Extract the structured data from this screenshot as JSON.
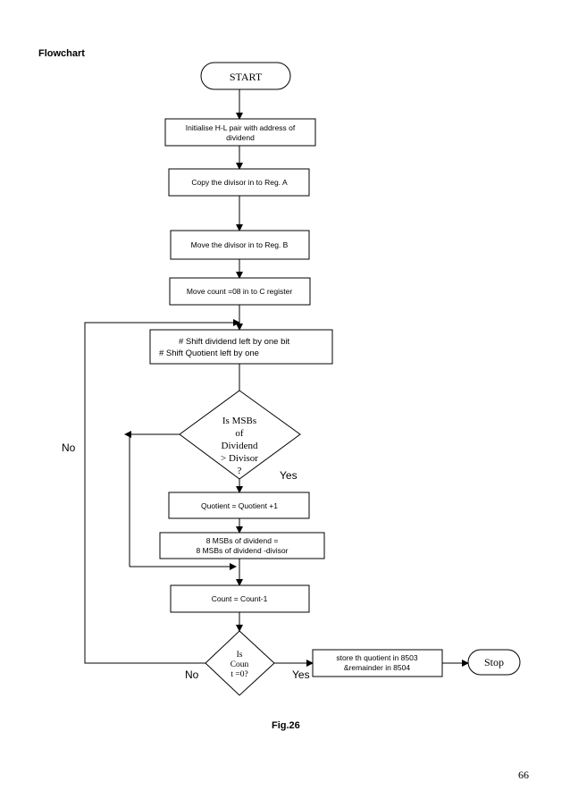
{
  "heading": "Flowchart",
  "nodes": {
    "start": "START",
    "init_l1": "Initialise H-L pair with address of",
    "init_l2": "dividend",
    "copy": "Copy the divisor in to  Reg. A",
    "move_div": "Move the  divisor  in to  Reg. B",
    "move_count": "Move count =08  in to C register",
    "shift_l1": "# Shift dividend left by one bit",
    "shift_l2": "#  Shift Quotient left by one",
    "dec1_l1": "Is MSBs",
    "dec1_l2": "of",
    "dec1_l3": "Dividend",
    "dec1_l4": "> Divisor",
    "dec1_l5": "?",
    "quotient": "Quotient = Quotient +1",
    "msbs_l1": "8 MSBs of dividend =",
    "msbs_l2": "8 MSBs of dividend -divisor",
    "count": "Count = Count-1",
    "dec2_l1": "Is",
    "dec2_l2": "Coun",
    "dec2_l3": "t =0?",
    "store_l1": "store th quotient in 8503",
    "store_l2": "&remainder in 8504",
    "stop": "Stop"
  },
  "labels": {
    "no_left": "No",
    "yes_dec1": "Yes",
    "no_dec2": "No",
    "yes_dec2": "Yes"
  },
  "caption": "Fig.26",
  "page_number": "66"
}
